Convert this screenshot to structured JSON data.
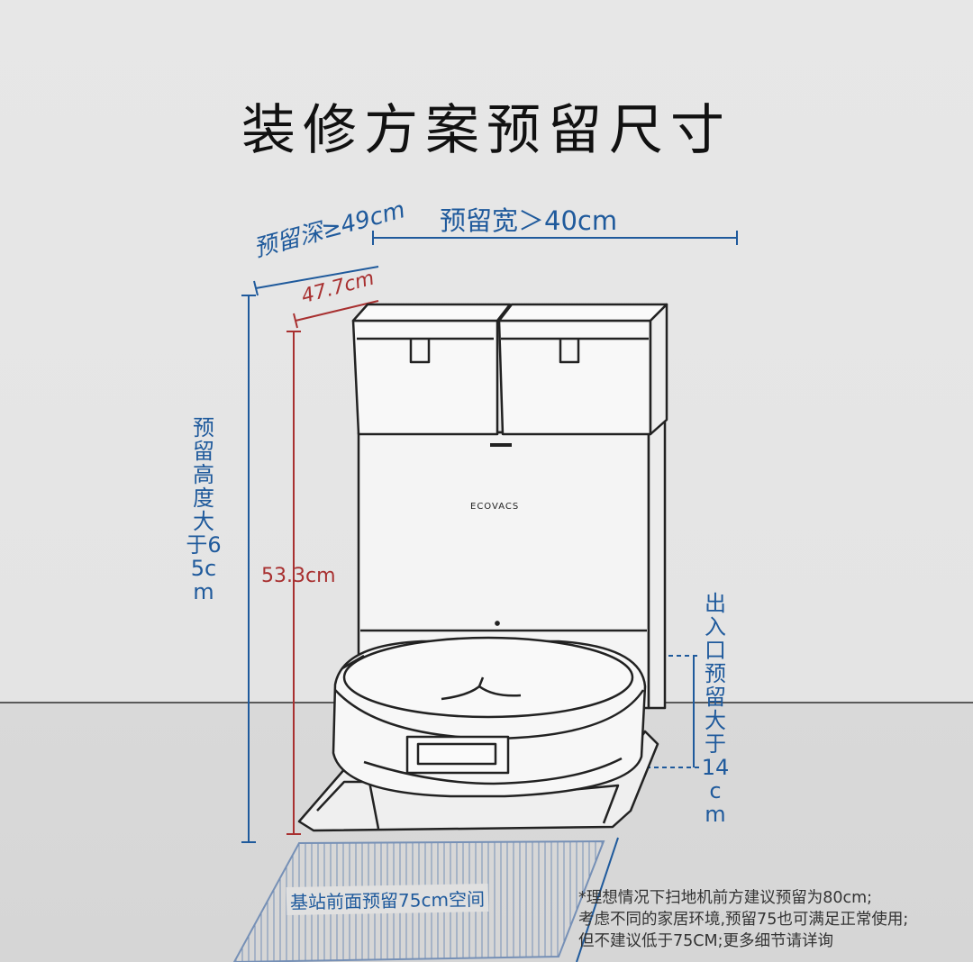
{
  "title": "装修方案预留尺寸",
  "labels": {
    "reserve_width": "预留宽＞40cm",
    "reserve_depth": "预留深≥49cm",
    "device_depth": "47.7cm",
    "reserve_height": "预留高度大于65cm",
    "device_height": "53.3cm",
    "exit_reserve": "出入口预留大于14cm",
    "front_space": "基站前面预留75cm空间"
  },
  "note": "*理想情况下扫地机前方建议预留为80cm;\n考虑不同的家居环境,预留75也可满足正常使用;\n但不建议低于75CM;更多细节请详询",
  "brand_logo": "ECOVACS",
  "colors": {
    "blue": "#1f5a9c",
    "red": "#a83030",
    "line": "#222222"
  }
}
